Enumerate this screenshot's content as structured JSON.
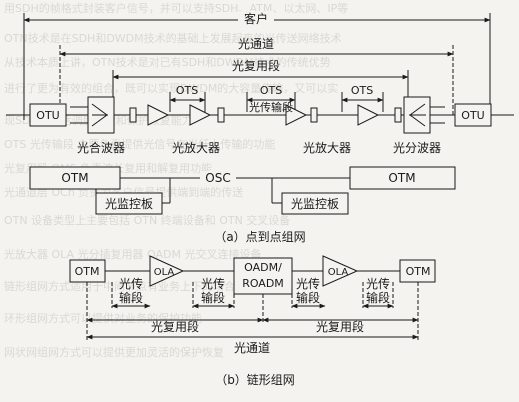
{
  "background_text": [
    "用SDH的帧格式封装客户信号，并可以支持SDH、ATM、以太网、IP等",
    "OTN技术是在SDH和DWDM技术的基础上发展起来的光传送网络技术",
    "从技术本质上讲，OTN技术是对已有SDH和DWDM技术的传统优势",
    "进行了更为有效的组合，既可以实现DWDM的大容量传输，又可以实",
    "现SDH的灵活调度管理和保护恢复能力",
    "OTS 光传输段 主要负责提供光信号在光纤上传输的功能",
    "光复用段 OMS 负责波长复用和解复用功能",
    "光通道层 OCh 负责为客户信号提供端到端的传送",
    "OTN 设备类型上主要包括 OTN 终端设备和 OTN 交叉设备",
    "光放大器 OLA 光分插复用器 OADM 光交叉连接设备",
    "链形组网方式适用于中间节点有业务上下的场合",
    "环形组网方式可以提供对业务的保护功能",
    "网状网组网方式可以提供更加灵活的保护恢复"
  ],
  "part_a": {
    "client": "客户",
    "optical_channel": "光通道",
    "multiplex_section": "光复用段",
    "ots": "OTS",
    "transmission_section": "光传输段",
    "otu": "OTU",
    "multiplexer": "光合波器",
    "amplifier": "光放大器",
    "demultiplexer": "光分波器",
    "otm": "OTM",
    "osc": "OSC",
    "supervisory_board": "光监控板",
    "caption": "（a）点到点组网"
  },
  "part_b": {
    "otm": "OTM",
    "ola": "OLA",
    "oadm_line1": "OADM/",
    "oadm_line2": "ROADM",
    "transmission_line1": "光传",
    "transmission_line2": "输段",
    "multiplex_section": "光复用段",
    "optical_channel": "光通道",
    "caption": "（b）链形组网"
  }
}
